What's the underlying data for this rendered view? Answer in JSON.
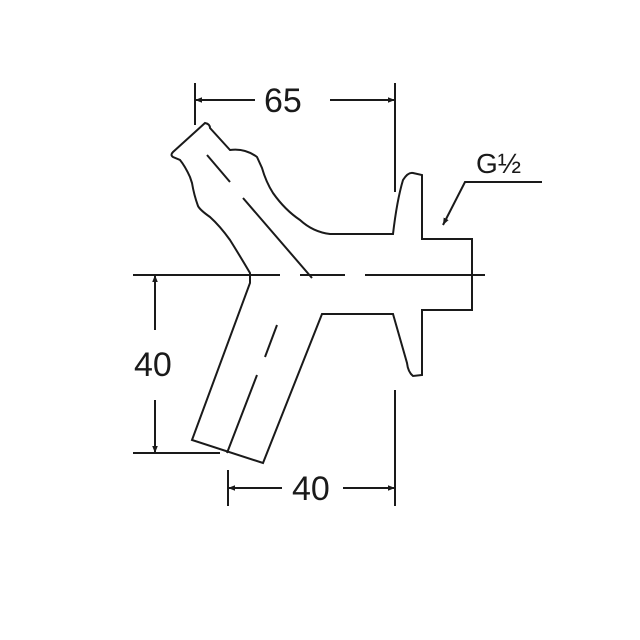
{
  "drawing": {
    "dimensions": {
      "top_width": "65",
      "left_height": "40",
      "bottom_width": "40"
    },
    "thread_label": "G½"
  }
}
